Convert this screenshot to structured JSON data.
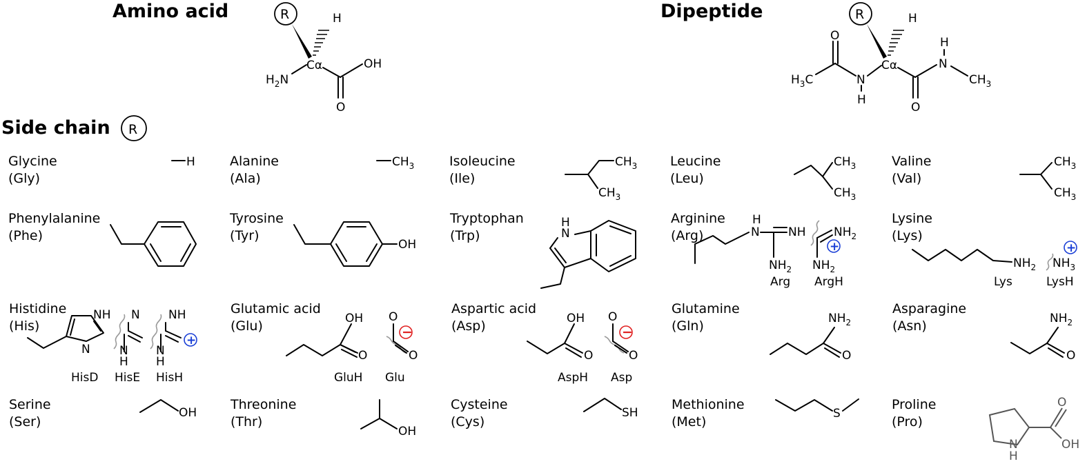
{
  "headings": {
    "amino_acid": "Amino acid",
    "dipeptide": "Dipeptide",
    "side_chain": "Side chain"
  },
  "r_symbol": "R",
  "backbone": {
    "h": "H",
    "h2n": "H2N",
    "ca": "Cα",
    "oh": "OH",
    "o": "O",
    "h3c": "H3C",
    "nh": "H",
    "ch3": "CH3",
    "n": "N"
  },
  "residues": [
    {
      "name": "Glycine",
      "abbr": "(Gly)"
    },
    {
      "name": "Alanine",
      "abbr": "(Ala)"
    },
    {
      "name": "Isoleucine",
      "abbr": "(Ile)"
    },
    {
      "name": "Leucine",
      "abbr": "(Leu)"
    },
    {
      "name": "Valine",
      "abbr": "(Val)"
    },
    {
      "name": "Phenylalanine",
      "abbr": "(Phe)"
    },
    {
      "name": "Tyrosine",
      "abbr": "(Tyr)"
    },
    {
      "name": "Tryptophan",
      "abbr": "(Trp)"
    },
    {
      "name": "Arginine",
      "abbr": "(Arg)"
    },
    {
      "name": "Lysine",
      "abbr": "(Lys)"
    },
    {
      "name": "Histidine",
      "abbr": "(His)"
    },
    {
      "name": "Glutamic acid",
      "abbr": "(Glu)"
    },
    {
      "name": "Aspartic acid",
      "abbr": "(Asp)"
    },
    {
      "name": "Glutamine",
      "abbr": "(Gln)"
    },
    {
      "name": "Asparagine",
      "abbr": "(Asn)"
    },
    {
      "name": "Serine",
      "abbr": "(Ser)"
    },
    {
      "name": "Threonine",
      "abbr": "(Thr)"
    },
    {
      "name": "Cysteine",
      "abbr": "(Cys)"
    },
    {
      "name": "Methionine",
      "abbr": "(Met)"
    },
    {
      "name": "Proline",
      "abbr": "(Pro)"
    }
  ],
  "variants": {
    "arg": "Arg",
    "argh": "ArgH",
    "lys": "Lys",
    "lysh": "LysH",
    "hisd": "HisD",
    "hise": "HisE",
    "hish": "HisH",
    "gluh": "GluH",
    "glu": "Glu",
    "asph": "AspH",
    "asp": "Asp"
  },
  "charges": {
    "plus": "+",
    "minus": "−"
  },
  "colors": {
    "positive": "#1a3fd6",
    "negative": "#e02020",
    "proline": "#555555"
  }
}
